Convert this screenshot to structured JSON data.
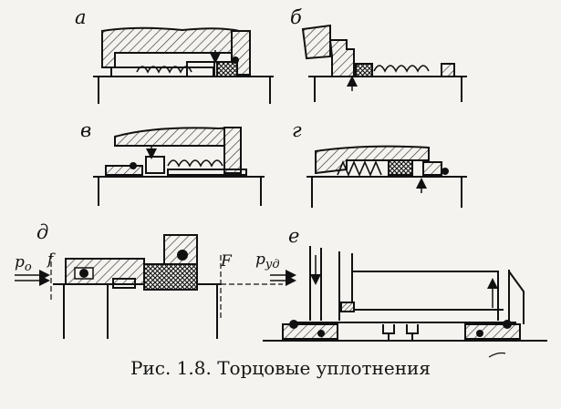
{
  "panels": {
    "a": "а",
    "b": "б",
    "v": "в",
    "g": "г",
    "d": "д",
    "e": "е"
  },
  "labels": {
    "p0_main": "p",
    "p0_sub": "o",
    "f_small": "f",
    "f_large": "F",
    "pud_main": "p",
    "pud_sub": "уд"
  },
  "caption": "Рис. 1.8. Торцовые уплотнения"
}
